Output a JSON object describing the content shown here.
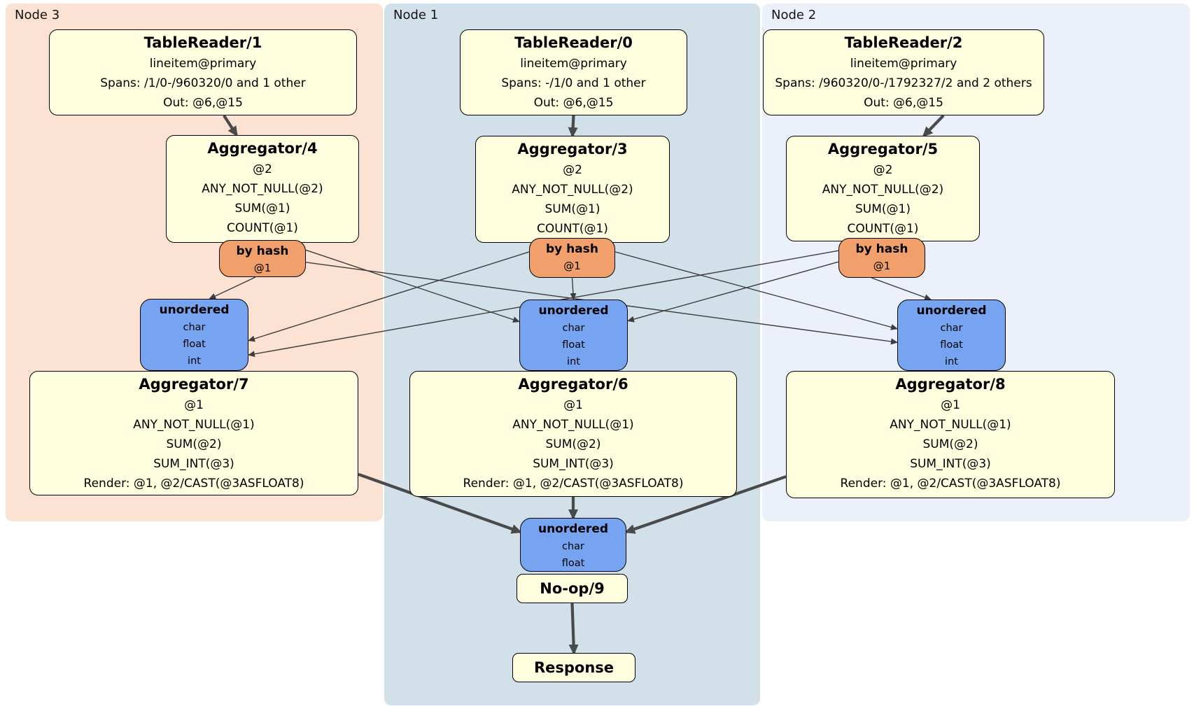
{
  "clusters": [
    {
      "id": "node3",
      "label": "Node 3"
    },
    {
      "id": "node1",
      "label": "Node 1"
    },
    {
      "id": "node2",
      "label": "Node 2"
    }
  ],
  "nodes": {
    "tr1": {
      "title": "TableReader/1",
      "lines": [
        "lineitem@primary",
        "Spans: /1/0-/960320/0 and 1 other",
        "Out: @6,@15"
      ]
    },
    "tr0": {
      "title": "TableReader/0",
      "lines": [
        "lineitem@primary",
        "Spans: -/1/0 and 1 other",
        "Out: @6,@15"
      ]
    },
    "tr2": {
      "title": "TableReader/2",
      "lines": [
        "lineitem@primary",
        "Spans: /960320/0-/1792327/2 and 2 others",
        "Out: @6,@15"
      ]
    },
    "agg4": {
      "title": "Aggregator/4",
      "lines": [
        "@2",
        "ANY_NOT_NULL(@2)",
        "SUM(@1)",
        "COUNT(@1)"
      ]
    },
    "agg3": {
      "title": "Aggregator/3",
      "lines": [
        "@2",
        "ANY_NOT_NULL(@2)",
        "SUM(@1)",
        "COUNT(@1)"
      ]
    },
    "agg5": {
      "title": "Aggregator/5",
      "lines": [
        "@2",
        "ANY_NOT_NULL(@2)",
        "SUM(@1)",
        "COUNT(@1)"
      ]
    },
    "byhash3": {
      "title": "by hash",
      "lines": [
        "@1"
      ]
    },
    "byhash1": {
      "title": "by hash",
      "lines": [
        "@1"
      ]
    },
    "byhash2": {
      "title": "by hash",
      "lines": [
        "@1"
      ]
    },
    "unordered3": {
      "title": "unordered",
      "lines": [
        "char",
        "float",
        "int"
      ]
    },
    "unordered1": {
      "title": "unordered",
      "lines": [
        "char",
        "float",
        "int"
      ]
    },
    "unordered2": {
      "title": "unordered",
      "lines": [
        "char",
        "float",
        "int"
      ]
    },
    "agg7": {
      "title": "Aggregator/7",
      "lines": [
        "@1",
        "ANY_NOT_NULL(@1)",
        "SUM(@2)",
        "SUM_INT(@3)",
        "Render: @1, @2/CAST(@3ASFLOAT8)"
      ]
    },
    "agg6": {
      "title": "Aggregator/6",
      "lines": [
        "@1",
        "ANY_NOT_NULL(@1)",
        "SUM(@2)",
        "SUM_INT(@3)",
        "Render: @1, @2/CAST(@3ASFLOAT8)"
      ]
    },
    "agg8": {
      "title": "Aggregator/8",
      "lines": [
        "@1",
        "ANY_NOT_NULL(@1)",
        "SUM(@2)",
        "SUM_INT(@3)",
        "Render: @1, @2/CAST(@3ASFLOAT8)"
      ]
    },
    "unordered_final": {
      "title": "unordered",
      "lines": [
        "char",
        "float"
      ]
    },
    "noop": {
      "title": "No-op/9"
    },
    "response": {
      "title": "Response"
    }
  },
  "edges": [
    {
      "from": "tr1",
      "to": "agg4",
      "kind": "thick",
      "fromSide": "bottom",
      "fromT": 0.568,
      "toSide": "top",
      "toT": 0.366
    },
    {
      "from": "tr0",
      "to": "agg3",
      "kind": "thick",
      "fromSide": "bottom",
      "fromT": 0.5,
      "toSide": "top",
      "toT": 0.5
    },
    {
      "from": "tr2",
      "to": "agg5",
      "kind": "thick",
      "fromSide": "bottom",
      "fromT": 0.642,
      "toSide": "top",
      "toT": 0.711
    },
    {
      "from": "byhash3",
      "to": "unordered3",
      "kind": "thin",
      "fromSide": "bottom",
      "fromT": 0.42,
      "toSide": "top",
      "toT": 0.64
    },
    {
      "from": "byhash3",
      "to": "unordered1",
      "kind": "thin",
      "fromSide": "right",
      "fromT": 0.27,
      "toSide": "left",
      "toT": 0.31
    },
    {
      "from": "byhash3",
      "to": "unordered2",
      "kind": "thin",
      "fromSide": "right",
      "fromT": 0.6,
      "toSide": "left",
      "toT": 0.6
    },
    {
      "from": "byhash1",
      "to": "unordered3",
      "kind": "thin",
      "fromSide": "left",
      "fromT": 0.35,
      "toSide": "right",
      "toT": 0.58
    },
    {
      "from": "byhash1",
      "to": "unordered1",
      "kind": "thin",
      "fromSide": "bottom",
      "fromT": 0.5,
      "toSide": "top",
      "toT": 0.5
    },
    {
      "from": "byhash1",
      "to": "unordered2",
      "kind": "thin",
      "fromSide": "right",
      "fromT": 0.35,
      "toSide": "left",
      "toT": 0.41
    },
    {
      "from": "byhash2",
      "to": "unordered3",
      "kind": "thin",
      "fromSide": "left",
      "fromT": 0.32,
      "toSide": "right",
      "toT": 0.78
    },
    {
      "from": "byhash2",
      "to": "unordered1",
      "kind": "thin",
      "fromSide": "left",
      "fromT": 0.6,
      "toSide": "right",
      "toT": 0.3
    },
    {
      "from": "byhash2",
      "to": "unordered2",
      "kind": "thin",
      "fromSide": "bottom",
      "fromT": 0.38,
      "toSide": "top",
      "toT": 0.31
    },
    {
      "from": "agg7",
      "to": "unordered_final",
      "kind": "thick",
      "fromSide": "right",
      "fromT": 0.83,
      "toSide": "left",
      "toT": 0.26
    },
    {
      "from": "agg6",
      "to": "unordered_final",
      "kind": "thick",
      "fromSide": "bottom",
      "fromT": 0.5,
      "toSide": "top",
      "toT": 0.5
    },
    {
      "from": "agg8",
      "to": "unordered_final",
      "kind": "thick",
      "fromSide": "left",
      "fromT": 0.83,
      "toSide": "right",
      "toT": 0.26
    },
    {
      "from": "noop",
      "to": "response",
      "kind": "thick",
      "fromSide": "bottom",
      "fromT": 0.5,
      "toSide": "top",
      "toT": 0.5
    }
  ],
  "colors": {
    "node3_region": "#FBE2D2",
    "node1_region": "#D2E0EA",
    "node2_region": "#EBF0FA",
    "operator_box": "#FFFFDF",
    "hash_router_box": "#F2A06B",
    "stream_box": "#76A4F1",
    "edge_thin": "#3D3D3D",
    "edge_thick": "#4A4A4A"
  }
}
